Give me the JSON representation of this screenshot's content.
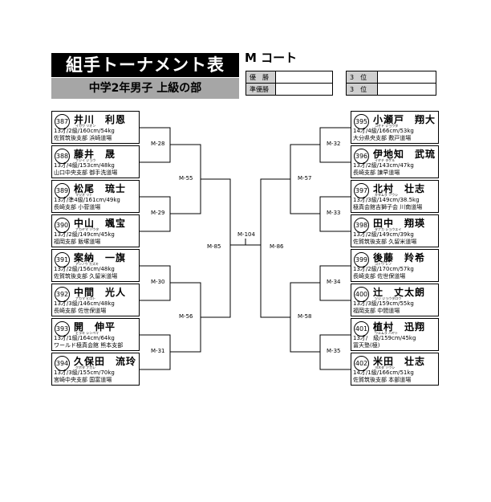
{
  "header": {
    "title": "組手トーナメント表",
    "subtitle": "中学2年男子 上級の部",
    "court": "M コート"
  },
  "results": {
    "first": "優　勝",
    "second": "準優勝",
    "third_a": "3　位",
    "third_b": "3　位"
  },
  "players_left": [
    {
      "num": "387",
      "name": "井川　利恩",
      "kana": "イガワ リオン",
      "line1": "13才/2級/160cm/54kg",
      "line2": "佐賀筑後支部 浜崎道場"
    },
    {
      "num": "388",
      "name": "藤井　晟",
      "kana": "フジイ ジョウ",
      "line1": "13才/4級/153cm/48kg",
      "line2": "山口中央支部 御手洗道場"
    },
    {
      "num": "389",
      "name": "松尾　琉士",
      "kana": "マツオ リト",
      "line1": "13才/準4級/161cm/49kg",
      "line2": "長崎支部 小菅道場"
    },
    {
      "num": "390",
      "name": "中山　颯宝",
      "kana": "ナカヤマ ソウタ",
      "line1": "13才/2級/149cm/45kg",
      "line2": "福岡支部 飯塚道場"
    },
    {
      "num": "391",
      "name": "案納　一旗",
      "kana": "アンノウ カズキ",
      "line1": "13才/2級/156cm/48kg",
      "line2": "佐賀筑後支部 久留米道場"
    },
    {
      "num": "392",
      "name": "中間　光人",
      "kana": "ナカマ ヒロト",
      "line1": "13才/3級/146cm/48kg",
      "line2": "長崎支部 佐世保道場"
    },
    {
      "num": "393",
      "name": "開　伸平",
      "kana": "ヒラキ シンペイ",
      "line1": "13才/1級/164cm/64kg",
      "line2": "ワールド極真会館 熊本支部"
    },
    {
      "num": "394",
      "name": "久保田　流玲",
      "kana": "クボタ ナガレ",
      "line1": "13才/3級/155cm/70kg",
      "line2": "宮崎中央支部 国富道場"
    }
  ],
  "players_right": [
    {
      "num": "395",
      "name": "小瀬戸　翔大",
      "kana": "コセド ショウタ",
      "line1": "14才/4級/166cm/53kg",
      "line2": "大分県央支部 敷戸道場"
    },
    {
      "num": "396",
      "name": "伊地知　武琉",
      "kana": "イヂチ タケル",
      "line1": "13才/2級/143cm/47kg",
      "line2": "長崎支部 諫早道場"
    },
    {
      "num": "397",
      "name": "北村　壮志",
      "kana": "キタムラ ソウシ",
      "line1": "13才/3級/149cm/38.5kg",
      "line2": "極真会館吉獅子会 川南道場"
    },
    {
      "num": "398",
      "name": "田中　翔瑛",
      "kana": "タナカ ショウエイ",
      "line1": "13才/2級/149cm/39kg",
      "line2": "佐賀筑後支部 久留米道場"
    },
    {
      "num": "399",
      "name": "後藤　羚希",
      "kana": "ゴトウ レノ",
      "line1": "13才/2級/170cm/57kg",
      "line2": "長崎支部 佐世保道場"
    },
    {
      "num": "400",
      "name": "辻　丈太朗",
      "kana": "ツジ ジョウタロウ",
      "line1": "13才/3級/159cm/55kg",
      "line2": "福岡支部 中間道場"
    },
    {
      "num": "401",
      "name": "植村　迅翔",
      "kana": "ウエムラ ハヤト",
      "line1": "13才/　級/159cm/45kg",
      "line2": "冨天塾(極)"
    },
    {
      "num": "402",
      "name": "米田　壮志",
      "kana": "ヨネダ ソウシ",
      "line1": "14才/1級/166cm/51kg",
      "line2": "佐賀筑後支部 本部道場"
    }
  ],
  "matches": {
    "m28": "M-28",
    "m29": "M-29",
    "m30": "M-30",
    "m31": "M-31",
    "m32": "M-32",
    "m33": "M-33",
    "m34": "M-34",
    "m35": "M-35",
    "m55": "M-55",
    "m56": "M-56",
    "m57": "M-57",
    "m58": "M-58",
    "m85": "M-85",
    "m86": "M-86",
    "m104": "M-104"
  }
}
